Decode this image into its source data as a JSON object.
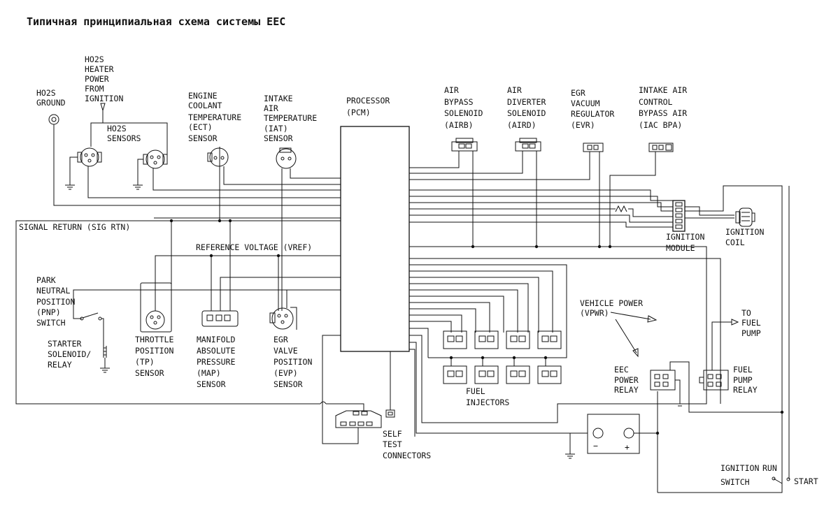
{
  "title": "Типичная принципиальная схема системы EEC",
  "labels": {
    "h02s_ground": [
      "HO2S",
      "GROUND"
    ],
    "h02s_heater": [
      "HO2S",
      "HEATER",
      "POWER",
      "FROM",
      "IGNITION"
    ],
    "h02s_sensors": [
      "HO2S",
      "SENSORS"
    ],
    "ect": [
      "ENGINE",
      "COOLANT",
      "TEMPERATURE",
      "(ECT)",
      "SENSOR"
    ],
    "iat": [
      "INTAKE",
      "AIR",
      "TEMPERATURE",
      "(IAT)",
      "SENSOR"
    ],
    "processor": [
      "PROCESSOR",
      "(PCM)"
    ],
    "airb": [
      "AIR",
      "BYPASS",
      "SOLENOID",
      "(AIRB)"
    ],
    "aird": [
      "AIR",
      "DIVERTER",
      "SOLENOID",
      "(AIRD)"
    ],
    "evr": [
      "EGR",
      "VACUUM",
      "REGULATOR",
      "(EVR)"
    ],
    "iac": [
      "INTAKE AIR",
      "CONTROL",
      "BYPASS AIR",
      "(IAC BPA)"
    ],
    "sig_rtn": "SIGNAL RETURN (SIG RTN)",
    "vref": "REFERENCE VOLTAGE (VREF)",
    "pnp": [
      "PARK",
      "NEUTRAL",
      "POSITION",
      "(PNP)",
      "SWITCH"
    ],
    "starter": [
      "STARTER",
      "SOLENOID/",
      "RELAY"
    ],
    "tp": [
      "THROTTLE",
      "POSITION",
      "(TP)",
      "SENSOR"
    ],
    "map": [
      "MANIFOLD",
      "ABSOLUTE",
      "PRESSURE",
      "(MAP)",
      "SENSOR"
    ],
    "evp": [
      "EGR",
      "VALVE",
      "POSITION",
      "(EVP)",
      "SENSOR"
    ],
    "ignition_module": [
      "IGNITION",
      "MODULE"
    ],
    "ignition_coil": [
      "IGNITION",
      "COIL"
    ],
    "vpwr": [
      "VEHICLE POWER",
      "(VPWR)"
    ],
    "fuel_pump_out": [
      "TO",
      "FUEL",
      "PUMP"
    ],
    "eec_relay": [
      "EEC",
      "POWER",
      "RELAY"
    ],
    "fuel_pump_relay": [
      "FUEL",
      "PUMP",
      "RELAY"
    ],
    "injectors": [
      "FUEL",
      "INJECTORS"
    ],
    "self_test": [
      "SELF",
      "TEST",
      "CONNECTORS"
    ],
    "ignition_switch": [
      "IGNITION",
      "SWITCH"
    ],
    "run": "RUN",
    "start": "START",
    "battery_minus": "−",
    "battery_plus": "+"
  }
}
